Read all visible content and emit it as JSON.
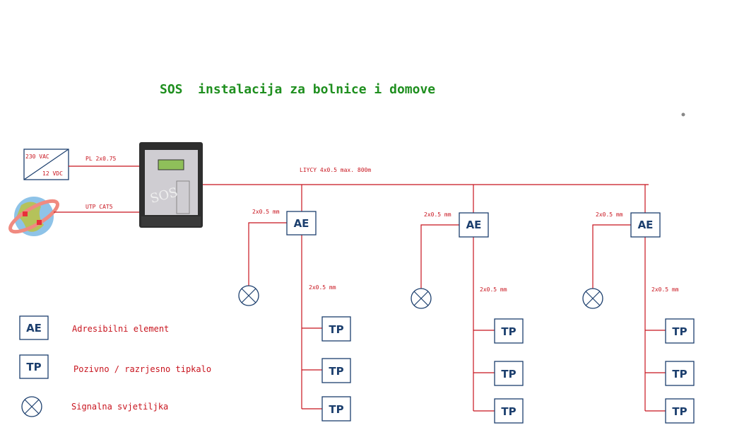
{
  "title": "SOS  instalacija za bolnice i domove",
  "power_supply": {
    "input": "230 VAC",
    "output": "12 VDC"
  },
  "cables": {
    "power": "PL 2x0.75",
    "network": "UTP CAT5",
    "bus": "LIYCY 4x0.5 max. 800m",
    "branch": "2x0.5 mm"
  },
  "element_labels": {
    "ae": "AE",
    "tp": "TP"
  },
  "legend": [
    {
      "symbol": "AE",
      "label": "Adresibilni element"
    },
    {
      "symbol": "TP",
      "label": "Pozivno / razrjesno tipkalo"
    },
    {
      "symbol": "lamp",
      "label": "Signalna svjetiljka"
    }
  ],
  "colors": {
    "wire": "#c8141e",
    "symbol": "#1c3f6e",
    "title": "#1f8f1f"
  }
}
